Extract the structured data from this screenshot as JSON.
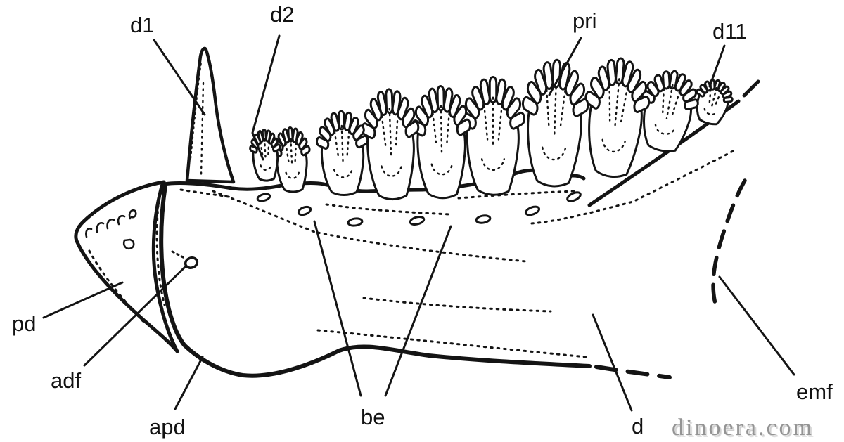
{
  "figure": {
    "background": "#ffffff",
    "ink": "#141414",
    "labels": [
      {
        "id": "d1",
        "text": "d1"
      },
      {
        "id": "d2",
        "text": "d2"
      },
      {
        "id": "pri",
        "text": "pri"
      },
      {
        "id": "d11",
        "text": "d11"
      },
      {
        "id": "pd",
        "text": "pd"
      },
      {
        "id": "adf",
        "text": "adf"
      },
      {
        "id": "apd",
        "text": "apd"
      },
      {
        "id": "be",
        "text": "be"
      },
      {
        "id": "d",
        "text": "d"
      },
      {
        "id": "emf",
        "text": "emf"
      }
    ],
    "watermark": {
      "text": "dinoera.com",
      "color": "#949494"
    }
  }
}
